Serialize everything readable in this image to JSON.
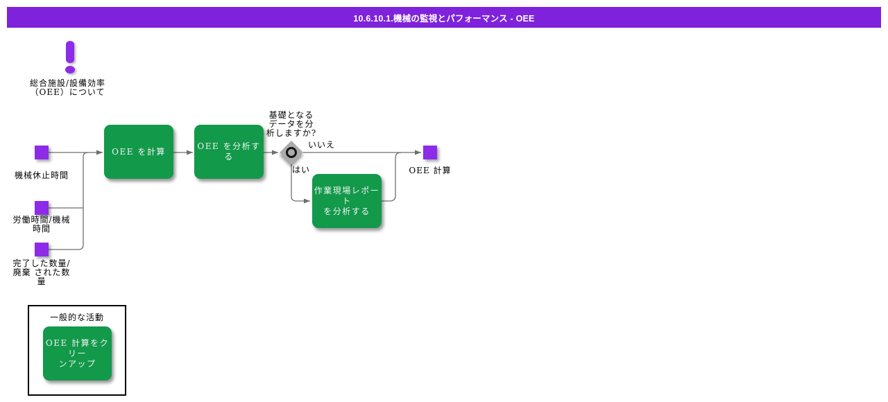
{
  "title_bar": {
    "label": "10.6.10.1.機械の監視とパフォーマンス - OEE"
  },
  "note": {
    "label": "総合施設/設備効率\n（OEE）について"
  },
  "inputs": [
    {
      "label": "機械休止時間"
    },
    {
      "label": "労働時間/機械\n時間"
    },
    {
      "label": "完了した数量/\n廃棄 された数\n量"
    }
  ],
  "activities": {
    "calc": {
      "label": "OEE を計算"
    },
    "analyze": {
      "label": "OEE を分析する"
    },
    "shopfloor": {
      "label": "作業現場レポート\nを分析する"
    }
  },
  "gateway": {
    "question": "基礎となる\nデータを分\n析しますか?",
    "no_label": "いいえ",
    "yes_label": "はい"
  },
  "output": {
    "label": "OEE 計算"
  },
  "legend": {
    "title": "一般的な活動",
    "item_label": "OEE 計算をクリー\nンアップ"
  },
  "colors": {
    "banner_purple": "#7E22DC",
    "shape_purple": "#8C2BE8",
    "activity_green": "#12994A",
    "connector_gray": "#6E6E6E",
    "gateway_gray": "#ABABAB"
  }
}
